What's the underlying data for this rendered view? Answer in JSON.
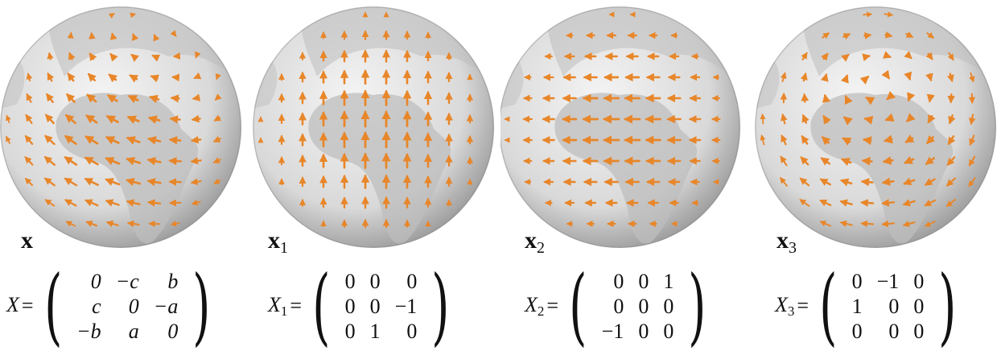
{
  "colors": {
    "arrow": "#e8862a",
    "arrow_dark": "#c9651a",
    "globe_light": "#f4f4f4",
    "globe_mid": "#d9d9d9",
    "globe_dark": "#9c9c9c",
    "land": "#bdbdbd"
  },
  "panels": [
    {
      "id": "x",
      "field_label": "x",
      "field_sub": "",
      "lhs": "X",
      "lhs_sub": "",
      "matrix": [
        [
          "0",
          "−c",
          "b"
        ],
        [
          "c",
          "0",
          "−a"
        ],
        [
          "−b",
          "a",
          "0"
        ]
      ],
      "matrix_italic": true,
      "field": "general-rotation"
    },
    {
      "id": "x1",
      "field_label": "x",
      "field_sub": "1",
      "lhs": "X",
      "lhs_sub": "1",
      "matrix": [
        [
          "0",
          "0",
          "0"
        ],
        [
          "0",
          "0",
          "−1"
        ],
        [
          "0",
          "1",
          "0"
        ]
      ],
      "matrix_italic": false,
      "field": "rotation-x1"
    },
    {
      "id": "x2",
      "field_label": "x",
      "field_sub": "2",
      "lhs": "X",
      "lhs_sub": "2",
      "matrix": [
        [
          "0",
          "0",
          "1"
        ],
        [
          "0",
          "0",
          "0"
        ],
        [
          "−1",
          "0",
          "0"
        ]
      ],
      "matrix_italic": false,
      "field": "rotation-x2"
    },
    {
      "id": "x3",
      "field_label": "x",
      "field_sub": "3",
      "lhs": "X",
      "lhs_sub": "3",
      "matrix": [
        [
          "0",
          "−1",
          "0"
        ],
        [
          "1",
          "0",
          "0"
        ],
        [
          "0",
          "0",
          "0"
        ]
      ],
      "matrix_italic": false,
      "field": "rotation-x3"
    }
  ]
}
